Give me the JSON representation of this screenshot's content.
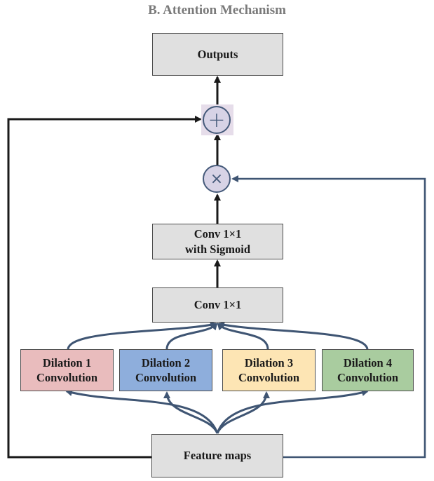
{
  "title": "B. Attention Mechanism",
  "nodes": {
    "outputs": "Outputs",
    "add_symbol": "+",
    "mul_symbol": "×",
    "conv_sigmoid": [
      "Conv 1×1",
      "with Sigmoid"
    ],
    "conv1x1": "Conv 1×1",
    "dilations": [
      {
        "line1": "Dilation 1",
        "line2": "Convolution",
        "color": "#e9bcbd"
      },
      {
        "line1": "Dilation 2",
        "line2": "Convolution",
        "color": "#8eaedc"
      },
      {
        "line1": "Dilation 3",
        "line2": "Convolution",
        "color": "#fde5b4"
      },
      {
        "line1": "Dilation 4",
        "line2": "Convolution",
        "color": "#a9cc9f"
      }
    ],
    "feature_maps": "Feature maps"
  },
  "colors": {
    "arrow_dark": "#1a1a1a",
    "arrow_blue": "#3f5573",
    "box_gray": "#e0e0e0",
    "op_fill": "#d7d3e6"
  }
}
